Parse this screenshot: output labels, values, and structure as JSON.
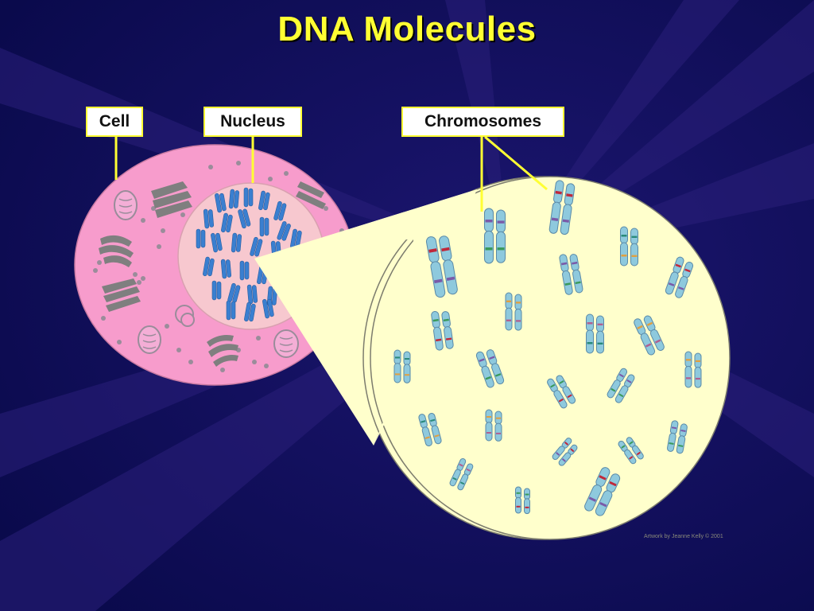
{
  "title": "DNA Molecules",
  "labels": {
    "cell": "Cell",
    "nucleus": "Nucleus",
    "chromosomes": "Chromosomes"
  },
  "credit": "Artwork by Jeanne Kelly © 2001",
  "colors": {
    "background": "#0b0b55",
    "title": "#ffff33",
    "label_border": "#ffff33",
    "cell": "#f79ccc",
    "nucleus": "#f7c8cf",
    "zoom_circle": "#ffffcc",
    "chromosome": "#8ec9dd",
    "nuclear_chromosome": "#3a7fd0",
    "organelle": "#8a8a8a"
  }
}
